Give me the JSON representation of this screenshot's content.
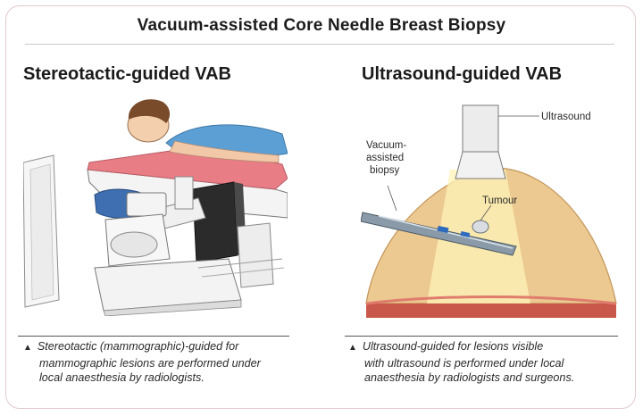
{
  "title": "Vacuum-assisted Core Needle Breast Biopsy",
  "left": {
    "heading": "Stereotactic-guided VAB",
    "caption_lines": [
      "Stereotactic (mammographic)-guided for",
      "mammographic lesions are performed under",
      "local anaesthesia by radiologists."
    ]
  },
  "right": {
    "heading": "Ultrasound-guided VAB",
    "labels": {
      "ultrasound": "Ultrasound",
      "vacuum_lines": [
        "Vacuum-",
        "assisted",
        "biopsy"
      ],
      "tumour": "Tumour"
    },
    "caption_lines": [
      "Ultrasound-guided for lesions visible",
      "with ultrasound is performed under local",
      "anaesthesia by radiologists and surgeons."
    ]
  },
  "bullet_symbol": "▲",
  "colors": {
    "border": "#e2c9cc",
    "breast_tissue": "#ecc990",
    "skin": "#c9584b",
    "table_pad": "#e87d86",
    "shirt": "#5b9fd4",
    "beam": "#fff3b8"
  }
}
